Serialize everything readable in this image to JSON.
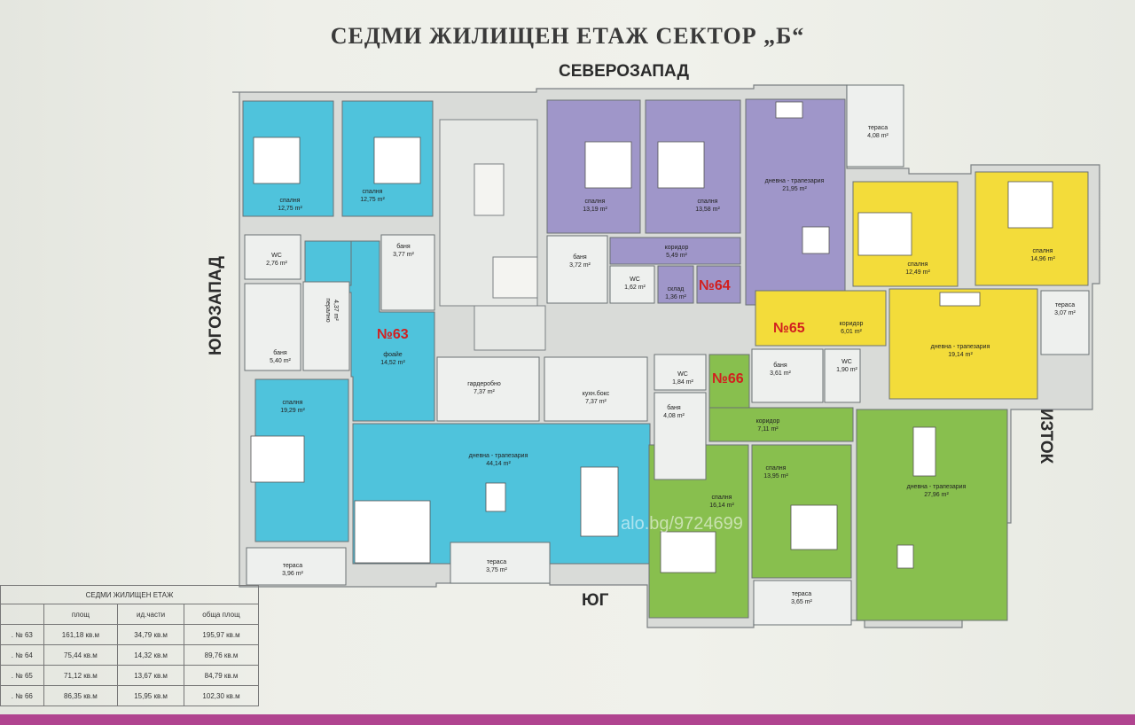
{
  "title": "СЕДМИ ЖИЛИЩЕН ЕТАЖ    СЕКТОР „Б“",
  "directions": {
    "north": "СЕВЕРОЗАПАД",
    "south": "ЮГ",
    "west": "ЮГОЗАПАД",
    "east": "ЮГОИЗТОК"
  },
  "watermark": "alo.bg/9724699",
  "colors": {
    "apt63": "#4fc3dc",
    "apt64": "#9f96c9",
    "apt65": "#f3dc3a",
    "apt66": "#88bf4e",
    "wall": "#8a8f90",
    "unit_label": "#d21f1f"
  },
  "units": {
    "u63": "№63",
    "u64": "№64",
    "u65": "№65",
    "u66": "№66"
  },
  "rooms": {
    "a63_bed1": [
      "спалня",
      "12,75 m²"
    ],
    "a63_bed2": [
      "спалня",
      "12,75 m²"
    ],
    "a63_wc": [
      "WC",
      "2,76 m²"
    ],
    "a63_bath1": [
      "баня",
      "3,77 m²"
    ],
    "a63_laundry": [
      "перално",
      "4,37 m²"
    ],
    "a63_bath2": [
      "баня",
      "5,40 m²"
    ],
    "a63_foyer": [
      "фоайе",
      "14,52 m²"
    ],
    "a63_wardrobe": [
      "гардеробно",
      "7,37 m²"
    ],
    "a63_kitchen": [
      "кухн.бокс",
      "7,37 m²"
    ],
    "a63_bed3": [
      "спалня",
      "19,29 m²"
    ],
    "a63_living": [
      "дневна - трапезария",
      "44,14 m²"
    ],
    "a63_terrace1": [
      "тераса",
      "3,96 m²"
    ],
    "a63_terrace2": [
      "тераса",
      "3,75 m²"
    ],
    "a64_bed1": [
      "спалня",
      "13,19 m²"
    ],
    "a64_bed2": [
      "спалня",
      "13,58 m²"
    ],
    "a64_corridor": [
      "коридор",
      "5,49 m²"
    ],
    "a64_bath": [
      "баня",
      "3,72 m²"
    ],
    "a64_wc": [
      "WC",
      "1,62 m²"
    ],
    "a64_storage": [
      "склад",
      "1,36 m²"
    ],
    "a64_living": [
      "дневна - трапезария",
      "21,95 m²"
    ],
    "a64_terrace": [
      "тераса",
      "4,08 m²"
    ],
    "a65_bed1": [
      "спалня",
      "12,49 m²"
    ],
    "a65_bed2": [
      "спалня",
      "14,96 m²"
    ],
    "a65_corridor": [
      "коридор",
      "6,01 m²"
    ],
    "a65_living": [
      "дневна - трапезария",
      "19,14 m²"
    ],
    "a65_bath": [
      "баня",
      "3,61 m²"
    ],
    "a65_wc": [
      "WC",
      "1,90 m²"
    ],
    "a65_terrace": [
      "тераса",
      "3,07 m²"
    ],
    "a66_wc": [
      "WC",
      "1,84 m²"
    ],
    "a66_bath": [
      "баня",
      "4,08 m²"
    ],
    "a66_corridor": [
      "коридор",
      "7,11 m²"
    ],
    "a66_bed1": [
      "спалня",
      "16,14 m²"
    ],
    "a66_bed2": [
      "спалня",
      "13,95 m²"
    ],
    "a66_living": [
      "дневна - трапезария",
      "27,96 m²"
    ],
    "a66_terrace": [
      "тераса",
      "3,65 m²"
    ]
  },
  "summary_table": {
    "caption": "СЕДМИ ЖИЛИЩЕН ЕТАЖ",
    "headers": [
      "",
      "площ",
      "ид.части",
      "обща площ"
    ],
    "rows": [
      [
        ". № 63",
        "161,18 кв.м",
        "34,79 кв.м",
        "195,97 кв.м"
      ],
      [
        ". № 64",
        "75,44 кв.м",
        "14,32 кв.м",
        "89,76 кв.м"
      ],
      [
        ". № 65",
        "71,12 кв.м",
        "13,67 кв.м",
        "84,79 кв.м"
      ],
      [
        ". № 66",
        "86,35 кв.м",
        "15,95 кв.м",
        "102,30 кв.м"
      ]
    ]
  }
}
